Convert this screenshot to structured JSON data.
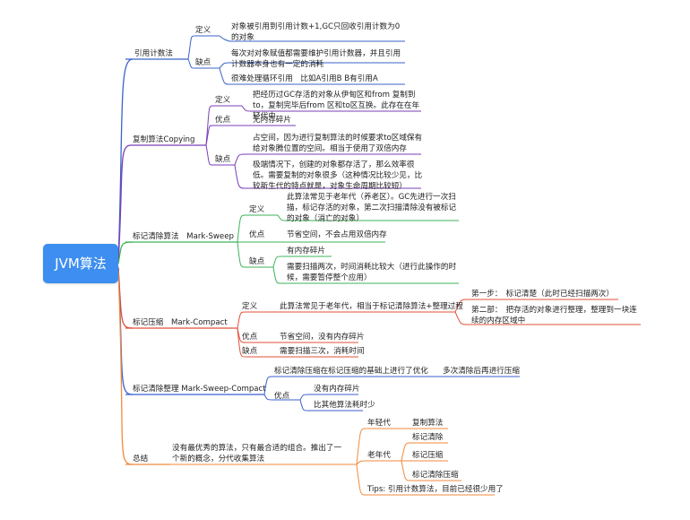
{
  "root": "JVM算法",
  "branches": [
    {
      "label": "引用计数法",
      "color": "#3a63c8",
      "children": [
        {
          "label": "定义",
          "children": [
            "对象被引用到引用计数+1,GC只回收引用计数为0的对象"
          ]
        },
        {
          "label": "缺点",
          "children": [
            "每次对对象赋值都需要维护引用计数器，并且引用计数器本身也有一定的消耗",
            "很难处理循环引用　比如A引用B B有引用A"
          ]
        }
      ]
    },
    {
      "label": "复制算法Copying",
      "color": "#7a3fb8",
      "children": [
        {
          "label": "定义",
          "children": [
            "把经历过GC存活的对象从伊甸区和from 复制到to，复制完毕后from 区和to区互换。此存在在年轻代中"
          ]
        },
        {
          "label": "优点",
          "children": [
            "无内存碎片"
          ]
        },
        {
          "label": "缺点",
          "children": [
            "占空间，因为进行复制算法的时候要求to区域保有给对象腾位置的空间。相当于使用了双倍内存",
            "极端情况下，创建的对象都存活了，那么效率很低。需要复制的对象很多（这种情况比较少见，比较新生代的特点就是，对象生命周期比较短）"
          ]
        }
      ]
    },
    {
      "label": "标记清除算法　Mark-Sweep",
      "color": "#3cb35a",
      "children": [
        {
          "label": "定义",
          "children": [
            "此算法常见于老年代（养老区）。GC先进行一次扫描，标记存活的对象，第二次扫描清除没有被标记的对象（消亡的对象）"
          ]
        },
        {
          "label": "优点",
          "children": [
            "节省空间，不会占用双倍内存"
          ]
        },
        {
          "label": "缺点",
          "children": [
            "有内存碎片",
            "需要扫描两次，时间消耗比较大（进行此操作的时候，需要暂停整个应用）"
          ]
        }
      ]
    },
    {
      "label": "标记压缩　Mark-Compact",
      "color": "#e0503a",
      "children": [
        {
          "label": "定义",
          "children": [
            {
              "label": "此算法常见于老年代，相当于标记清除算法+整理过程",
              "children": [
                "第一步：　标记清楚（此时已经扫描两次）",
                "第二部：　把存活的对象进行整理，整理到一块连续的内存区域中"
              ]
            }
          ]
        },
        {
          "label": "优点",
          "children": [
            "节省空间，没有内存碎片"
          ]
        },
        {
          "label": "缺点",
          "children": [
            "需要扫描三次，消耗时间"
          ]
        }
      ]
    },
    {
      "label": "标记清除整理 Mark-Sweep-Compact",
      "color": "#3b5fcf",
      "children": [
        {
          "label": "标记清除压缩在标记压缩的基础上进行了优化",
          "children": [
            "多次清除后再进行压缩"
          ]
        },
        {
          "label": "优点",
          "children": [
            "没有内存碎片",
            "比其他算法耗时少"
          ]
        }
      ]
    },
    {
      "label": "总结",
      "color": "#f08a3c",
      "children": [
        {
          "label": "没有最优秀的算法，只有最合适的组合。推出了一个新的概念，分代收集算法",
          "children": [
            {
              "label": "年轻代",
              "children": [
                "复制算法"
              ]
            },
            {
              "label": "老年代",
              "children": [
                "标记清除",
                "标记压缩",
                "标记清除压缩"
              ]
            },
            {
              "label": "Tips: 引用计数算法，目前已经很少用了"
            }
          ]
        }
      ]
    }
  ]
}
